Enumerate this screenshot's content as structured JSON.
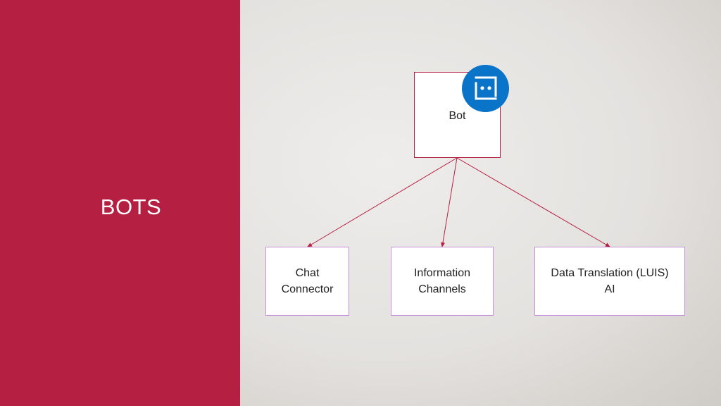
{
  "slide": {
    "title": "BOTS",
    "accent_color": "#b51f41",
    "child_border_color": "#c790d8",
    "badge_color": "#0a74c9"
  },
  "diagram": {
    "root": {
      "label": "Bot",
      "icon": "bot-face-icon"
    },
    "children": [
      {
        "line1": "Chat",
        "line2": "Connector"
      },
      {
        "line1": "Information",
        "line2": "Channels"
      },
      {
        "line1": "Data Translation (LUIS)",
        "line2": "AI"
      }
    ]
  }
}
